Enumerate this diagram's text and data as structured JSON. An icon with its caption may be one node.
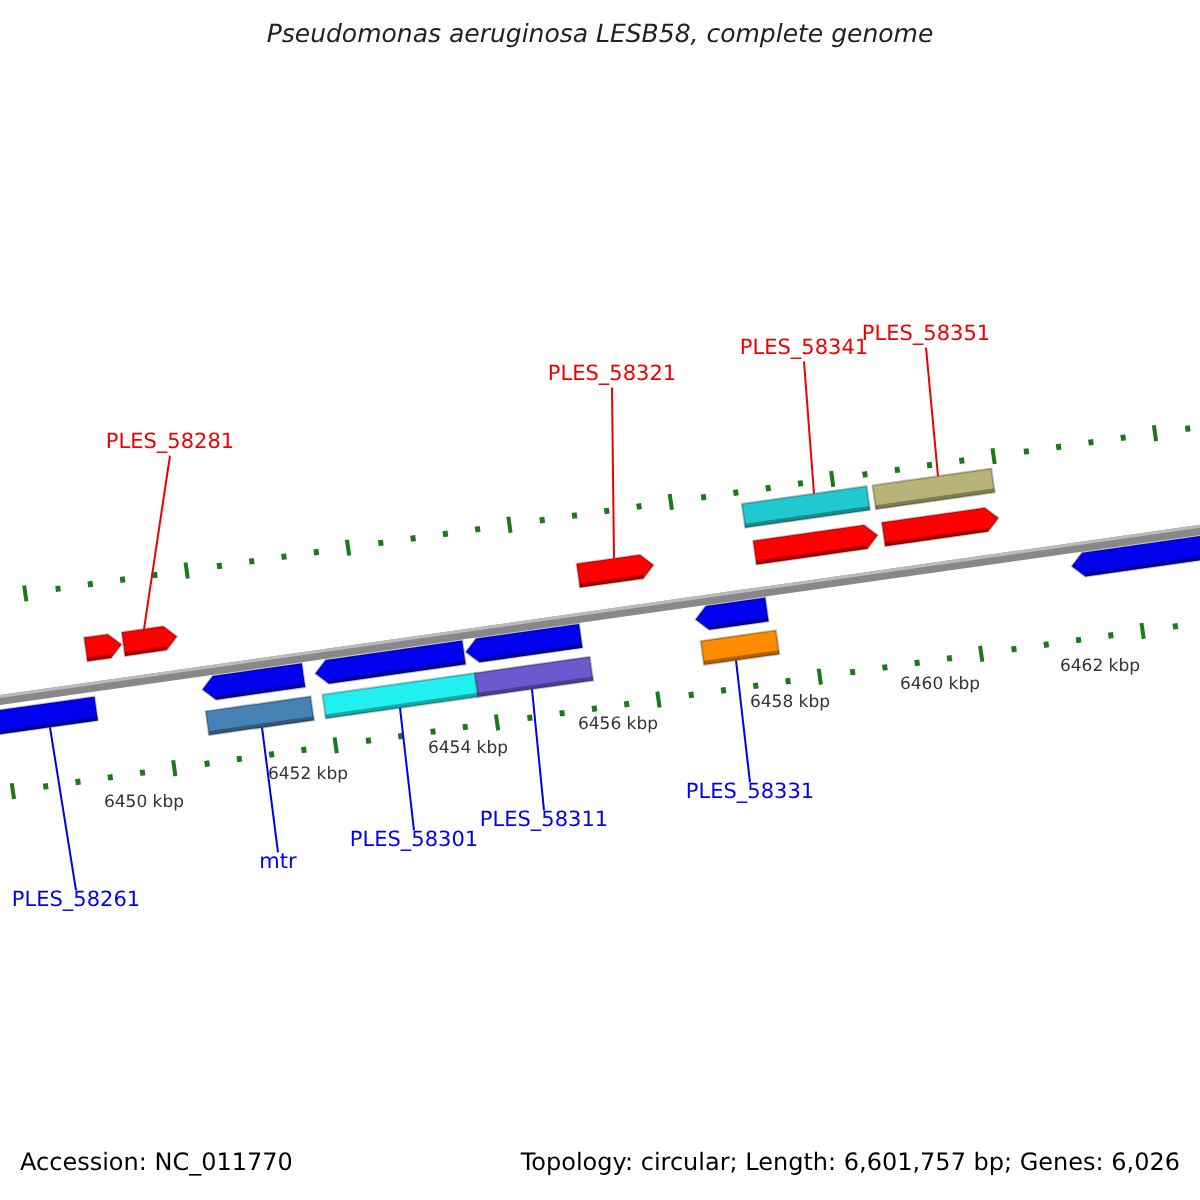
{
  "diagram": {
    "title": "Pseudomonas aeruginosa LESB58, complete genome",
    "nodes": [
      {
        "text": [
          "PLES_58351"
        ]
      },
      {
        "text": [
          "PLES_58341"
        ]
      },
      {
        "text": [
          "PLES_58321"
        ]
      },
      {
        "text": [
          "PLES_58281"
        ]
      },
      {
        "text": [
          "PLES_58331"
        ]
      },
      {
        "text": [
          "PLES_58311"
        ]
      },
      {
        "text": [
          "PLES_58301"
        ]
      },
      {
        "text": [
          "mtr"
        ]
      },
      {
        "text": [
          "PLES_58261"
        ]
      },
      {
        "text": [],
        "shape": "arrow"
      },
      {
        "text": [],
        "shape": "arrow"
      },
      {
        "text": [],
        "shape": "bar"
      },
      {
        "text": [],
        "shape": "bar"
      },
      {
        "text": [],
        "shape": "bar"
      },
      {
        "text": [],
        "shape": "arrow"
      },
      {
        "text": [],
        "shape": "bar"
      },
      {
        "text": [],
        "shape": "bar"
      },
      {
        "text": [],
        "shape": "bar"
      }
    ],
    "edges": [
      {
        "from": 0,
        "to": 17,
        "arrow": "none",
        "color": "#ee0000"
      },
      {
        "from": 1,
        "to": 16,
        "arrow": "none",
        "color": "#ee0000"
      },
      {
        "from": 2,
        "to": 14,
        "arrow": "none",
        "color": "#ee0000"
      },
      {
        "from": 3,
        "to": 10,
        "arrow": "none",
        "color": "#ee0000"
      },
      {
        "from": 4,
        "to": 15,
        "arrow": "none"
      },
      {
        "from": 5,
        "to": 13,
        "arrow": "none"
      },
      {
        "from": 6,
        "to": 12,
        "arrow": "none"
      },
      {
        "from": 7,
        "to": 11,
        "arrow": "none"
      },
      {
        "from": 8,
        "to": 9,
        "arrow": "none"
      }
    ],
    "labels": [
      "6462 kbp",
      "6460 kbp",
      "6458 kbp",
      "6456 kbp",
      "6454 kbp",
      "6452 kbp",
      "6450 kbp",
      "Accession: NC_011770",
      "Topology: circular; Length: 6,601,757 bp; Genes: 6,026"
    ]
  }
}
